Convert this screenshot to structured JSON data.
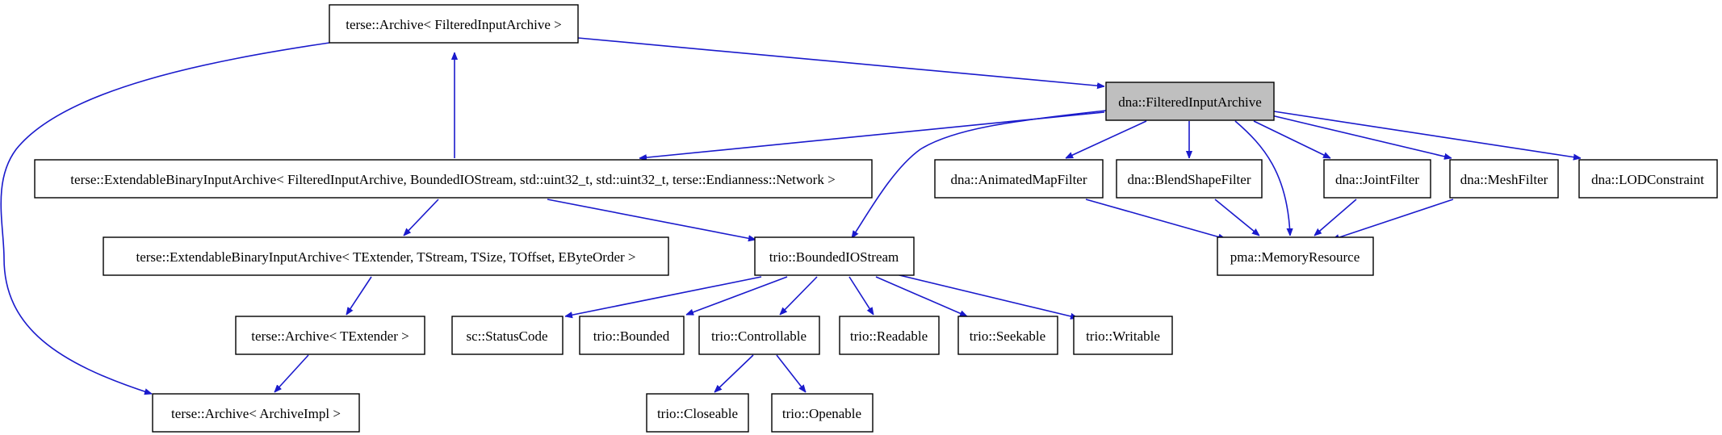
{
  "diagram": {
    "nodes": {
      "archive_filtered": "terse::Archive< FilteredInputArchive >",
      "filtered_input_archive": "dna::FilteredInputArchive",
      "ext_binary_filtered": "terse::ExtendableBinaryInputArchive< FilteredInputArchive, BoundedIOStream, std::uint32_t, std::uint32_t, terse::Endianness::Network >",
      "animated_map_filter": "dna::AnimatedMapFilter",
      "blend_shape_filter": "dna::BlendShapeFilter",
      "joint_filter": "dna::JointFilter",
      "mesh_filter": "dna::MeshFilter",
      "lod_constraint": "dna::LODConstraint",
      "ext_binary_generic": "terse::ExtendableBinaryInputArchive< TExtender, TStream, TSize, TOffset, EByteOrder >",
      "bounded_io_stream": "trio::BoundedIOStream",
      "memory_resource": "pma::MemoryResource",
      "archive_textender": "terse::Archive< TExtender >",
      "status_code": "sc::StatusCode",
      "bounded": "trio::Bounded",
      "controllable": "trio::Controllable",
      "readable": "trio::Readable",
      "seekable": "trio::Seekable",
      "writable": "trio::Writable",
      "archive_impl": "terse::Archive< ArchiveImpl >",
      "closeable": "trio::Closeable",
      "openable": "trio::Openable"
    },
    "highlight_color": "#bfbfbf",
    "edge_color": "#1a1acc"
  }
}
